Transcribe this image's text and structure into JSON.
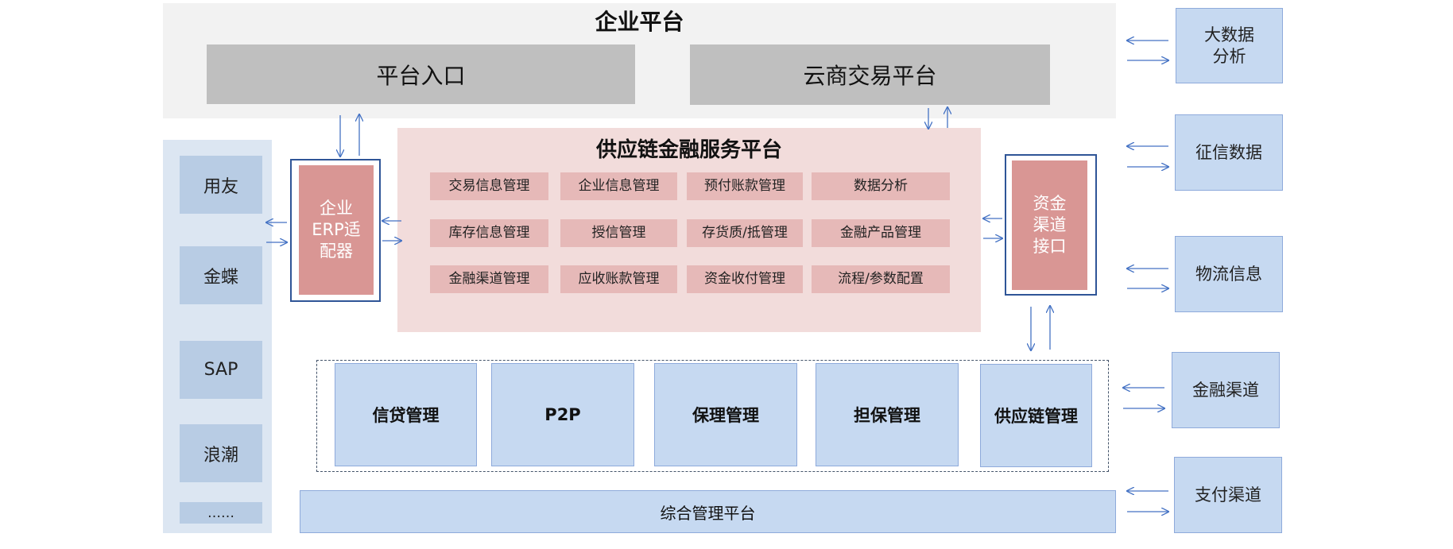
{
  "enterprise": {
    "title": "企业平台",
    "portal": "平台入口",
    "cloud_trade": "云商交易平台"
  },
  "left_systems": [
    "用友",
    "金蝶",
    "SAP",
    "浪潮",
    "……"
  ],
  "erp_adapter": "企业ERP适配器",
  "scf": {
    "title": "供应链金融服务平台",
    "modules": [
      [
        "交易信息管理",
        "企业信息管理",
        "预付账款管理",
        "数据分析"
      ],
      [
        "库存信息管理",
        "授信管理",
        "存货质/抵管理",
        "金融产品管理"
      ],
      [
        "金融渠道管理",
        "应收账款管理",
        "资金收付管理",
        "流程/参数配置"
      ]
    ]
  },
  "fund_channel_interface": "资金渠道接口",
  "business": [
    "信贷管理",
    "P2P",
    "保理管理",
    "担保管理",
    "供应链管理"
  ],
  "mgmt_platform": "综合管理平台",
  "right_sources": [
    "大数据分析",
    "征信数据",
    "物流信息",
    "金融渠道",
    "支付渠道"
  ],
  "colors": {
    "enterprise_bg": "#f2f2f2",
    "gray": "#bfbfbf",
    "scf_bg": "#f2dcdb",
    "module": "#e6b9b8",
    "pink": "#d99694",
    "blue_light": "#c6d9f1",
    "blue_panel": "#dce6f2",
    "blue_item": "#b8cce4",
    "arrow": "#4472c4"
  }
}
